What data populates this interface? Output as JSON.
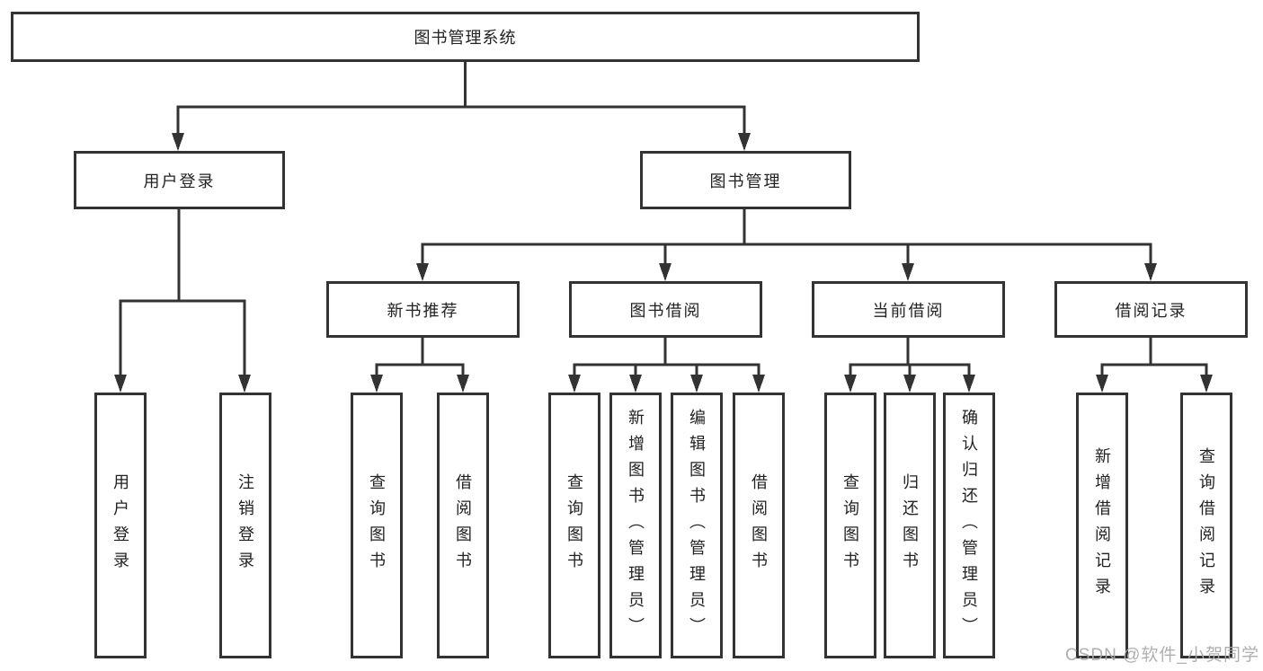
{
  "colors": {
    "line": "#333333",
    "box_border": "#333333",
    "box_fill": "#ffffff",
    "label_text": "#222222",
    "background": "#ffffff",
    "watermark_text": "#a8a8a8"
  },
  "watermark": "CSDN @软件_小贺同学",
  "nodes": {
    "root": "图书管理系统",
    "user_login": "用户登录",
    "book_management": "图书管理",
    "new_book_recommendation": "新书推荐",
    "book_borrowing": "图书借阅",
    "current_borrowing": "当前借阅",
    "borrowing_records": "借阅记录",
    "user_login_action": "用户登录",
    "logout_action": "注销登录",
    "recommend_query_books": "查询图书",
    "recommend_borrow_books": "借阅图书",
    "borrowing_query_books": "查询图书",
    "borrowing_add_books_admin": "新增图书（管理员）",
    "borrowing_edit_books_admin": "编辑图书（管理员）",
    "borrowing_borrow_books": "借阅图书",
    "current_query_books": "查询图书",
    "current_return_books": "归还图书",
    "current_confirm_return_admin": "确认归还（管理员）",
    "records_add_borrow_record": "新增借阅记录",
    "records_query_borrow_record": "查询借阅记录"
  }
}
